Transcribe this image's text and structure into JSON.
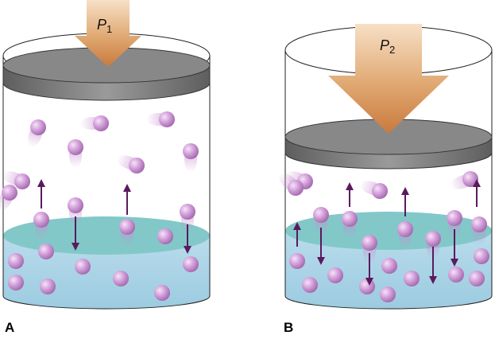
{
  "panels": [
    {
      "label": "A",
      "pressure_symbol": "P",
      "pressure_subscript": "1"
    },
    {
      "label": "B",
      "pressure_symbol": "P",
      "pressure_subscript": "2"
    }
  ],
  "colors": {
    "liquid": "#a9d3e6",
    "liquid_surface": "#7ec7c8",
    "piston": "#808080",
    "arrow": "#d6894a",
    "molecule": "#c88ed0",
    "velocity_arrow": "#5a1a5e"
  },
  "icons": [
    "pressure-arrow-icon",
    "molecule-icon",
    "velocity-arrow-icon"
  ]
}
